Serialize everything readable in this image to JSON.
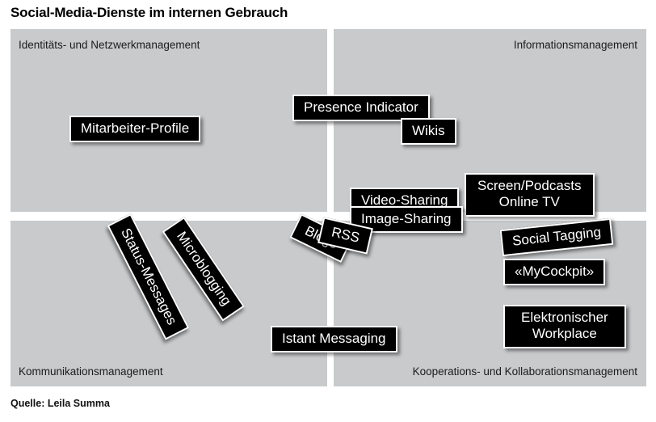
{
  "title": "Social-Media-Dienste im internen Gebrauch",
  "source": "Quelle: Leila Summa",
  "quadrants": {
    "top_left": "Identitäts- und Netzwerkmanagement",
    "top_right": "Informationsmanagement",
    "bottom_left": "Kommunikationsmanagement",
    "bottom_right": "Kooperations- und Kollaborationsmanagement"
  },
  "colors": {
    "quadrant_fill": "#c8cacc",
    "tag_background": "#000000",
    "tag_text": "#ffffff",
    "tag_border": "#ffffff",
    "page_background": "#ffffff"
  },
  "chart_data": {
    "type": "scatter",
    "title": "Social-Media-Dienste im internen Gebrauch",
    "xlabel": "",
    "ylabel": "",
    "legend": "none",
    "grid": false,
    "axes": {
      "quadrant_matrix": true,
      "quadrant_names": [
        "Identitäts- und Netzwerkmanagement",
        "Informationsmanagement",
        "Kommunikationsmanagement",
        "Kooperations- und Kollaborationsmanagement"
      ]
    },
    "points": [
      {
        "label": "Mitarbeiter-Profile",
        "quadrant": "Identitäts- und Netzwerkmanagement",
        "x": 0.11,
        "y": 0.76,
        "rotation": 0
      },
      {
        "label": "Presence Indicator",
        "quadrant": "Informationsmanagement",
        "x": 0.51,
        "y": 0.82,
        "rotation": 0
      },
      {
        "label": "Wikis",
        "quadrant": "Informationsmanagement",
        "x": 0.66,
        "y": 0.75,
        "rotation": 0
      },
      {
        "label": "Video-Sharing",
        "quadrant": "Informationsmanagement",
        "x": 0.61,
        "y": 0.55,
        "rotation": 0
      },
      {
        "label": "Image-Sharing",
        "quadrant": "Informationsmanagement",
        "x": 0.61,
        "y": 0.5,
        "rotation": 0
      },
      {
        "label": "Screen/Podcasts\nOnline TV",
        "quadrant": "Informationsmanagement",
        "x": 0.82,
        "y": 0.55,
        "rotation": 0
      },
      {
        "label": "Social Tagging",
        "quadrant": "Informationsmanagement",
        "x": 0.87,
        "y": 0.44,
        "rotation": -6
      },
      {
        "label": "RSS",
        "quadrant": "Informationsmanagement",
        "x": 0.52,
        "y": 0.44,
        "rotation": 13
      },
      {
        "label": "Blogs",
        "quadrant": "Kommunikationsmanagement",
        "x": 0.47,
        "y": 0.42,
        "rotation": 26
      },
      {
        "label": "Microblogging",
        "quadrant": "Kommunikationsmanagement",
        "x": 0.4,
        "y": 0.35,
        "rotation": 56
      },
      {
        "label": "Status-Messages",
        "quadrant": "Kommunikationsmanagement",
        "x": 0.33,
        "y": 0.31,
        "rotation": 63
      },
      {
        "label": "Istant Messaging",
        "quadrant": "Kommunikationsmanagement",
        "x": 0.48,
        "y": 0.11,
        "rotation": 0
      },
      {
        "label": "«MyCockpit»",
        "quadrant": "Kooperations- und Kollaborationsmanagement",
        "x": 0.86,
        "y": 0.3,
        "rotation": 0
      },
      {
        "label": "Elektronischer\nWorkplace",
        "quadrant": "Kooperations- und Kollaborationsmanagement",
        "x": 0.86,
        "y": 0.16,
        "rotation": 0
      }
    ]
  },
  "tags": {
    "mitarbeiter_profile": "Mitarbeiter-Profile",
    "presence_indicator": "Presence Indicator",
    "wikis": "Wikis",
    "video_sharing": "Video-Sharing",
    "image_sharing": "Image-Sharing",
    "screen_podcasts": "Screen/Podcasts\nOnline TV",
    "social_tagging": "Social Tagging",
    "rss": "RSS",
    "blogs": "Blogs",
    "microblogging": "Microblogging",
    "status_messages": "Status-Messages",
    "istant_messaging": "Istant Messaging",
    "mycockpit": "«MyCockpit»",
    "elektronischer_workplace": "Elektronischer\nWorkplace"
  }
}
